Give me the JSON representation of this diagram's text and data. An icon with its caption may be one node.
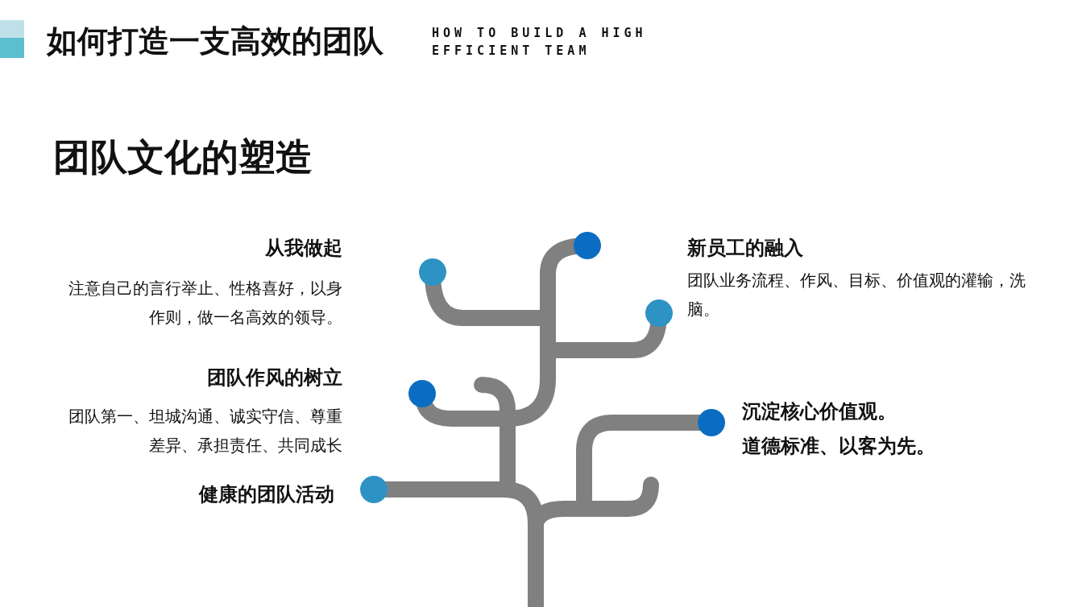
{
  "diagram": {
    "title": "如何打造一支高效的团队",
    "labels": [
      "HOW TO BUILD A HIGH EFFICIENT TEAM",
      "团队文化的塑造",
      "从我做起",
      "新员工的融入",
      "注意自己的言行举止、性格喜好，以身作则，做一名高效的领导。",
      "团队业务流程、作风、目标、价值观的灌输，洗脑。",
      "团队作风的树立",
      "团队第一、坦城沟通、诚实守信、尊重差异、承担责任、共同成长",
      "沉淀核心价值观。",
      "道德标准、以客为先。",
      "健康的团队活动"
    ]
  }
}
